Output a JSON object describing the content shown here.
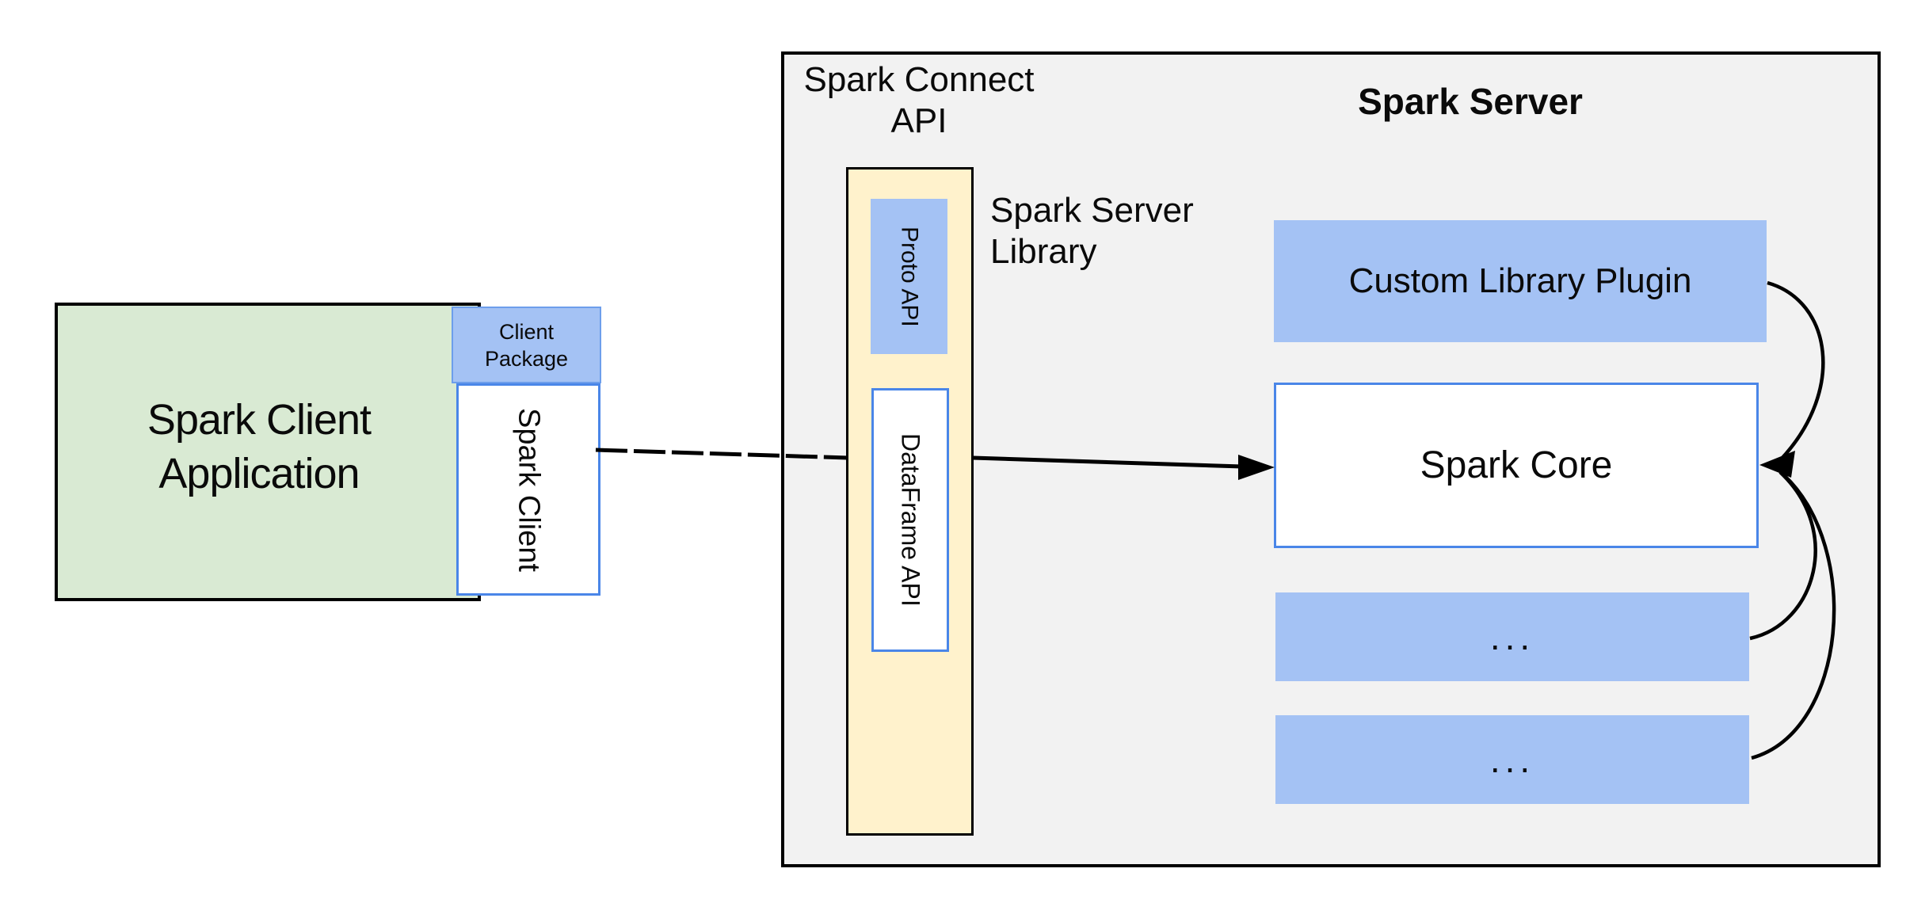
{
  "palette": {
    "page_bg": "#ffffff",
    "panel_bg": "#f2f2f2",
    "green_fill": "#d9ead3",
    "blue_fill": "#a4c2f4",
    "yellow_fill": "#fff2cc",
    "blue_border": "#4a86e8",
    "package_border": "#6d9eeb",
    "black": "#000000"
  },
  "client": {
    "application": {
      "lines": [
        "Spark Client",
        "Application"
      ]
    },
    "package": {
      "lines": [
        "Client",
        "Package"
      ]
    },
    "spark_client_label": "Spark Client"
  },
  "connect": {
    "title_lines": [
      "Spark Connect",
      "API"
    ],
    "proto_api_label": "Proto API",
    "dataframe_api_label": "DataFrame API",
    "server_library_lines": [
      "Spark Server",
      "Library"
    ]
  },
  "server": {
    "title": "Spark Server",
    "plugin_label": "Custom Library Plugin",
    "core_label": "Spark Core",
    "slot1_label": "...",
    "slot2_label": "..."
  }
}
